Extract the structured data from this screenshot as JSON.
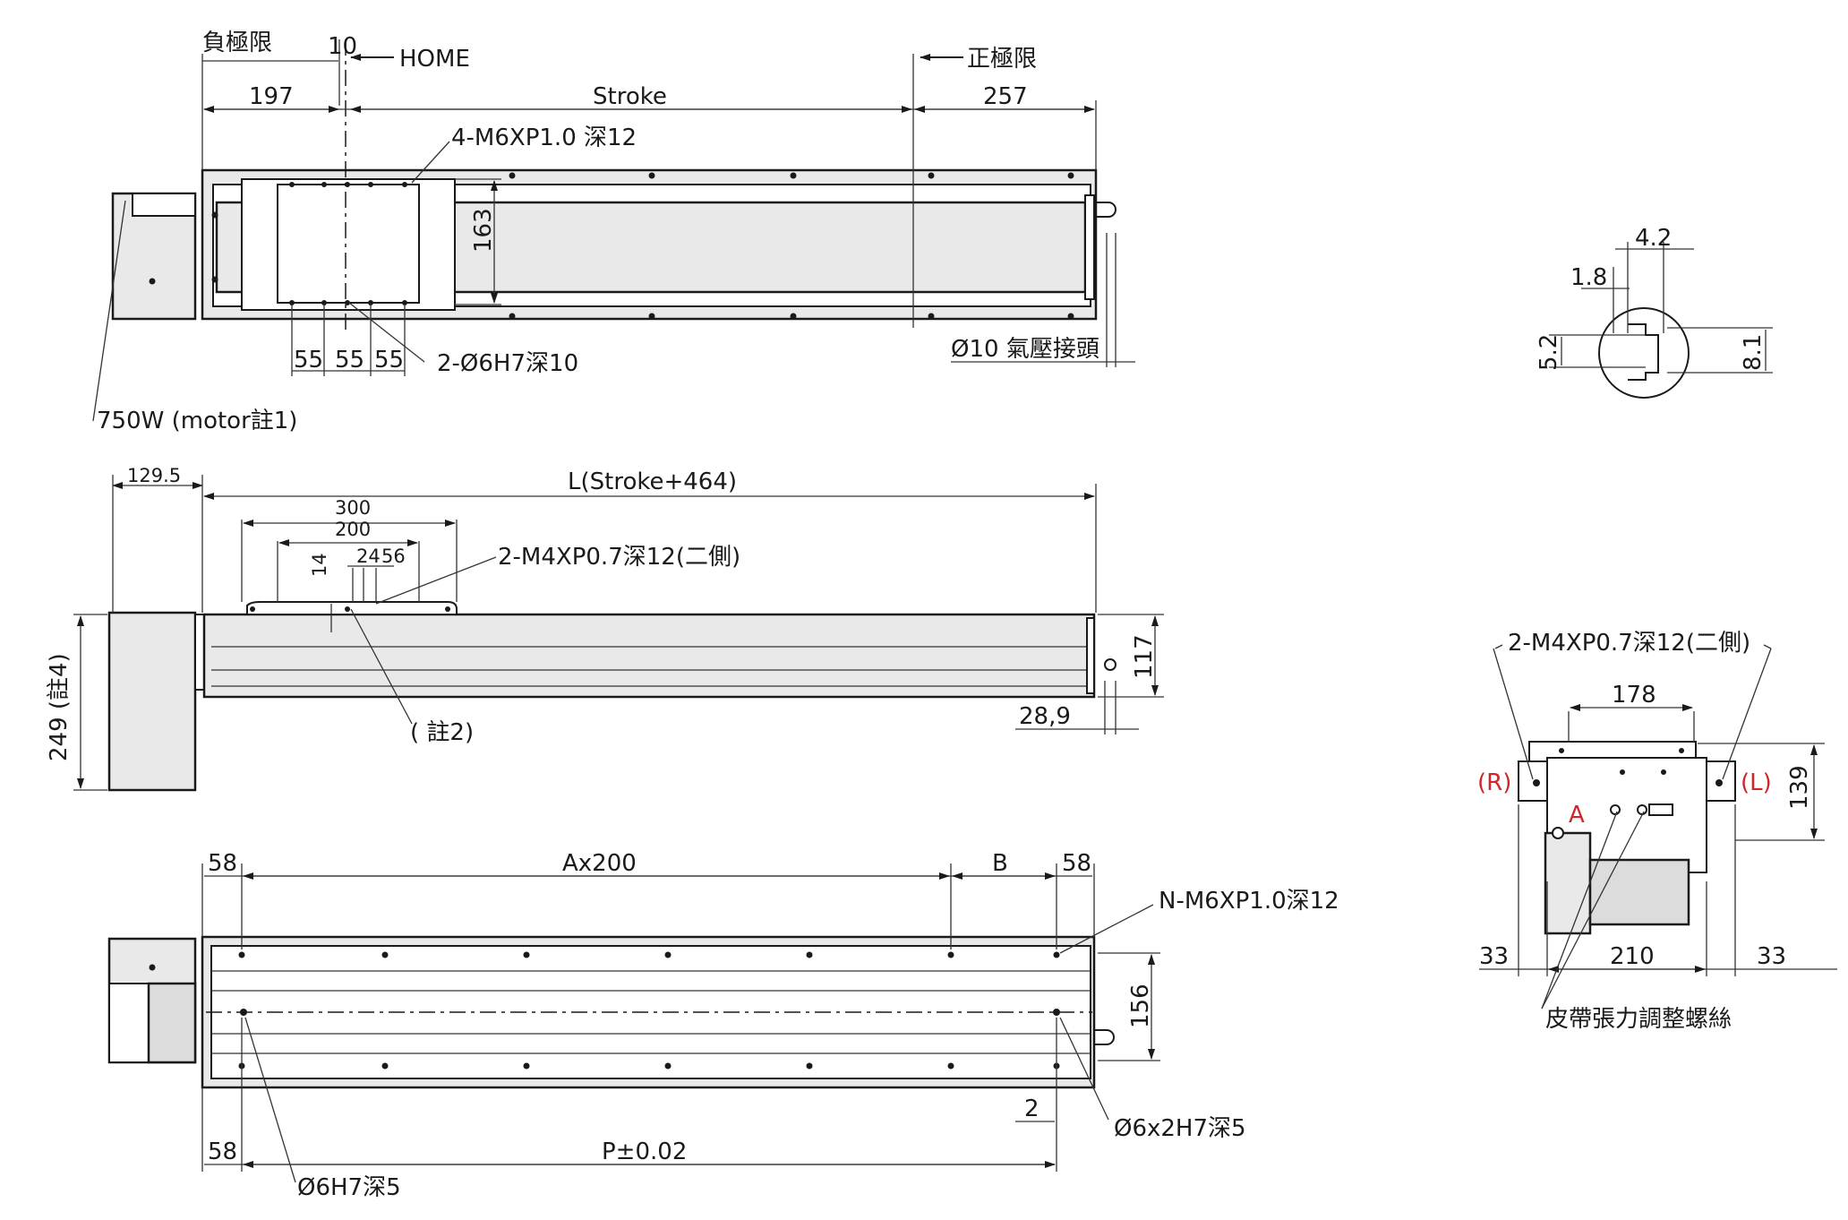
{
  "labels": {
    "neg_limit": "負極限",
    "dim_10": "10",
    "home": "HOME",
    "pos_limit": "正極限",
    "dim_197": "197",
    "stroke": "Stroke",
    "dim_257": "257",
    "tap_4m6": "4-M6XP1.0 深12",
    "dim_163": "163",
    "dim_55a": "55",
    "dim_55b": "55",
    "dim_55c": "55",
    "pin_2phi6": "2-Ø6H7深10",
    "air_fitting": "Ø10 氣壓接頭",
    "motor": "750W (motor註1)",
    "dim_129_5": "129.5",
    "length_L": "L(Stroke+464)",
    "dim_300": "300",
    "dim_200": "200",
    "dim_14": "14",
    "dim_24": "24",
    "dim_56": "56",
    "tap_2m4_side": "2-M4XP0.7深12(二側)",
    "dim_249": "249 (註4)",
    "dim_117": "117",
    "note2": "( 註2)",
    "dim_28_9": "28,9",
    "dim_58_tl": "58",
    "ax200": "Ax200",
    "dim_B": "B",
    "dim_58_tr": "58",
    "tap_n_m6": "N-M6XP1.0深12",
    "dim_156": "156",
    "dim_2": "2",
    "pin_6x2": "Ø6x2H7深5",
    "dim_58_bl": "58",
    "p_tol": "P±0.02",
    "pin_6h7": "Ø6H7深5",
    "dim_4_2": "4.2",
    "dim_1_8": "1.8",
    "dim_5_2": "5.2",
    "dim_8_1": "8.1",
    "tap_2m4_end": "2-M4XP0.7深12(二側)",
    "dim_178": "178",
    "mark_R": "(R)",
    "mark_L": "(L)",
    "mark_A": "A",
    "dim_139": "139",
    "dim_33_l": "33",
    "dim_210": "210",
    "dim_33_r": "33",
    "belt_tension": "皮帶張力調整螺絲"
  }
}
